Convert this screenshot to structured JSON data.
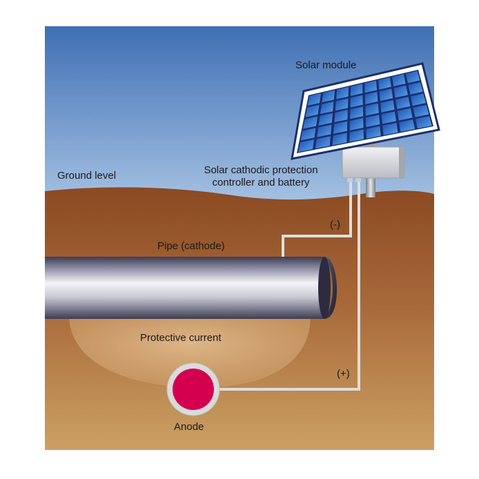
{
  "labels": {
    "solar_module": "Solar module",
    "ground_level": "Ground level",
    "controller_line1": "Solar cathodic protection",
    "controller_line2": "controller and battery",
    "negative": "(-)",
    "pipe": "Pipe (cathode)",
    "protective_current": "Protective current",
    "positive": "(+)",
    "anode": "Anode"
  },
  "colors": {
    "sky_top": "#3f6fb3",
    "sky_bottom": "#a9c6e6",
    "soil_top": "#8b4a22",
    "soil_bottom": "#c99c5c",
    "anode": "#d4004f",
    "wire": "#dcdcdc",
    "pipe_dark": "#3f3f57",
    "pipe_light": "#f2f2f6",
    "panel_cell": "#2a64c6"
  }
}
